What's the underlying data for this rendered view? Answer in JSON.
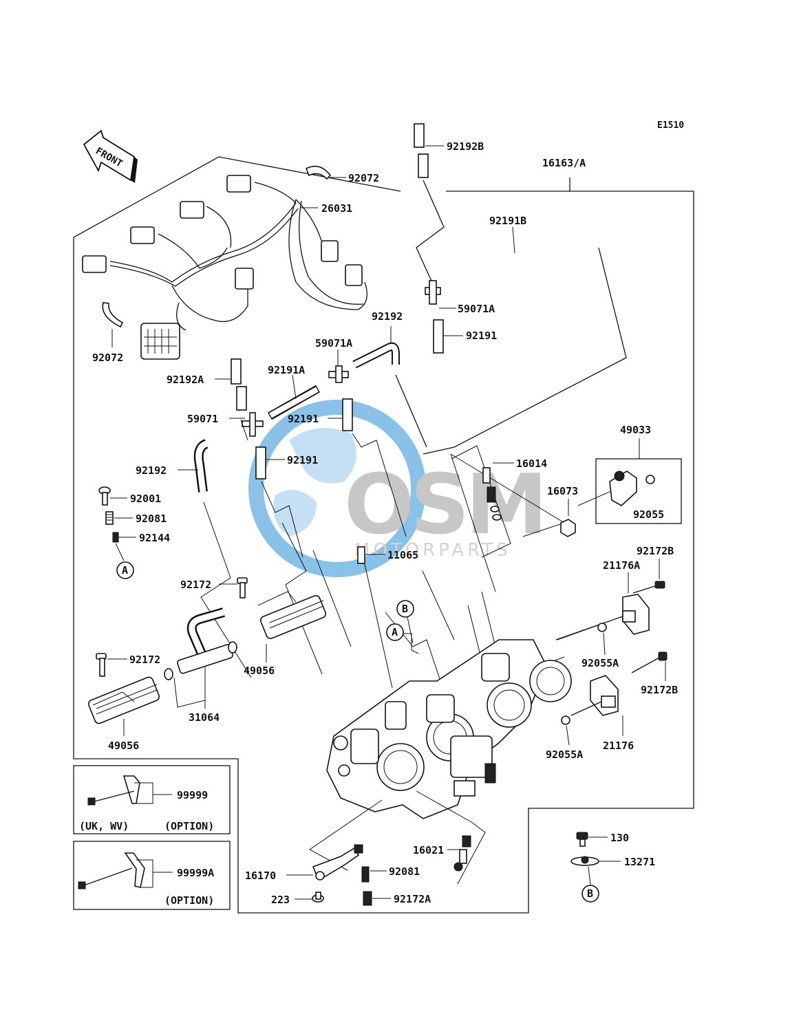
{
  "diagram_code": "E1510",
  "front_label": "FRONT",
  "watermark": {
    "brand": "OSM",
    "sub": "MOTORPARTS",
    "color": "#2b8fd6",
    "grey": "#9a9a9a"
  },
  "part_labels": {
    "p92192B": "92192B",
    "p16163A": "16163/A",
    "p92072_top": "92072",
    "p26031": "26031",
    "p92191B": "92191B",
    "p59071A_r": "59071A",
    "p92191_r": "92191",
    "p92192_mid": "92192",
    "p59071A_m": "59071A",
    "p92072_left": "92072",
    "p92192A": "92192A",
    "p92191A": "92191A",
    "p59071": "59071",
    "p92191_m1": "92191",
    "p92191_m2": "92191",
    "p92192_left": "92192",
    "p49033": "49033",
    "p16014": "16014",
    "p16073": "16073",
    "p92055": "92055",
    "p92001": "92001",
    "p92081_l": "92081",
    "p92144": "92144",
    "p11065": "11065",
    "p92172B_top": "92172B",
    "p21176A": "21176A",
    "p92172_a": "92172",
    "p92055A_top": "92055A",
    "p92172_b": "92172",
    "p49056_r": "49056",
    "p92172B_bot": "92172B",
    "p31064": "31064",
    "p49056_l": "49056",
    "p21176": "21176",
    "p92055A_bot": "92055A",
    "p99999": "99999",
    "p99999A": "99999A",
    "p16021": "16021",
    "p130": "130",
    "p13271": "13271",
    "p16170": "16170",
    "p92081_b": "92081",
    "p223": "223",
    "p92172A": "92172A"
  },
  "option_boxes": {
    "box1_left": "(UK, WV)",
    "box1_right": "(OPTION)",
    "box2_right": "(OPTION)"
  },
  "callouts": {
    "a_left": "A",
    "a_mid": "A",
    "b_mid": "B",
    "b_right": "B"
  }
}
